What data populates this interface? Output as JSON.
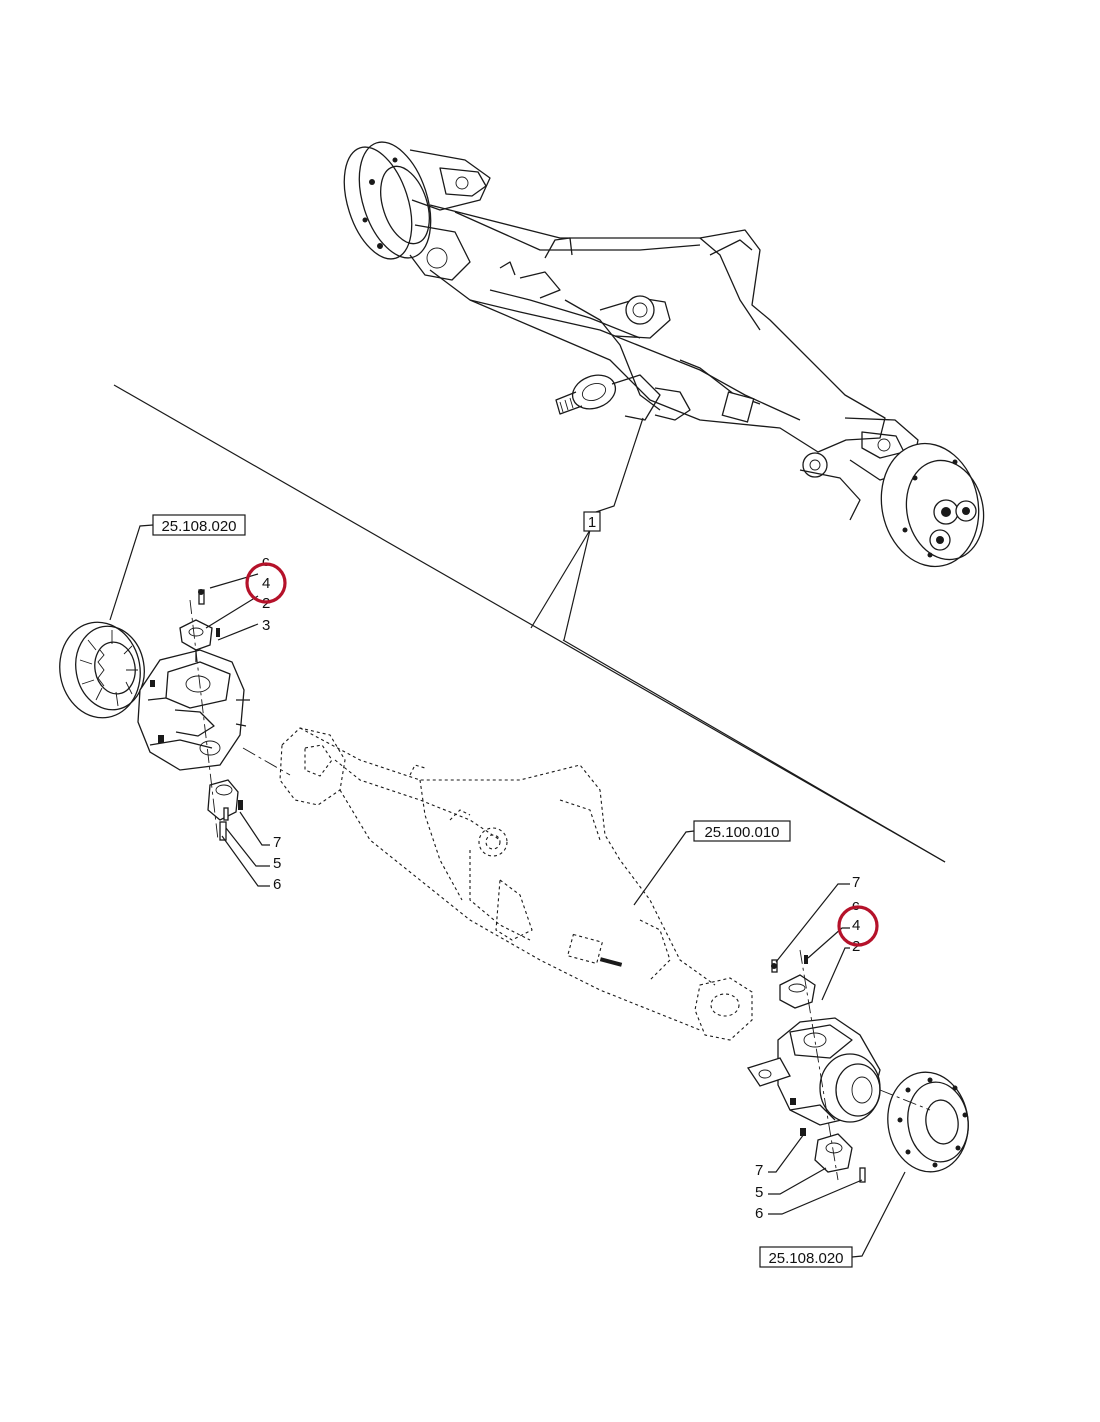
{
  "references": {
    "hub_top_left": "25.108.020",
    "hub_bottom_right": "25.108.020",
    "axle_beam": "25.100.010"
  },
  "item_numbers": {
    "assembly": "1",
    "left_group": {
      "item_c": "c",
      "item_4": "4",
      "item_2": "2",
      "item_3": "3",
      "item_7": "7",
      "item_5": "5",
      "item_6": "6"
    },
    "right_group": {
      "item_7_top": "7",
      "item_c": "c",
      "item_4": "4",
      "item_2": "2",
      "item_7_bottom": "7",
      "item_5": "5",
      "item_6": "6"
    }
  },
  "highlight_color": "#b5122a"
}
